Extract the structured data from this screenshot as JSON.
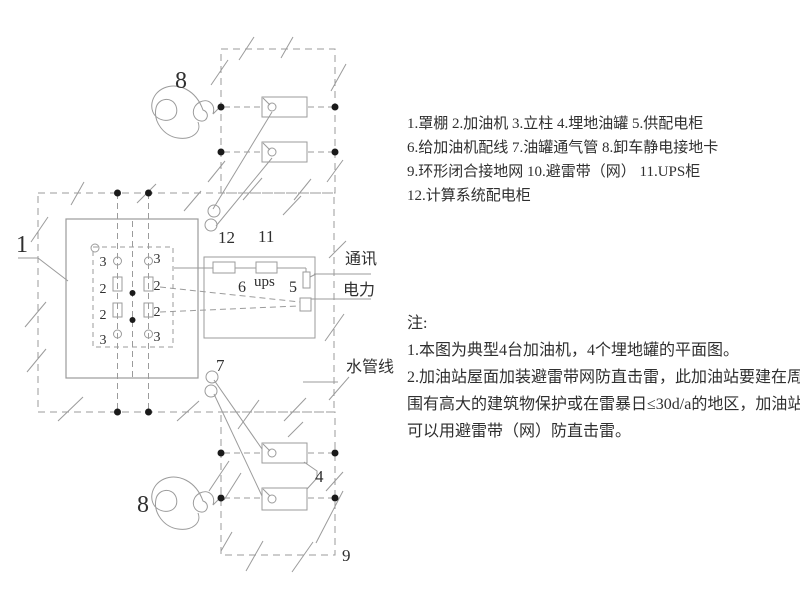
{
  "legend": {
    "lines": [
      "1.罩棚 2.加油机 3.立柱 4.埋地油罐 5.供配电柜",
      "6.给加油机配线 7.油罐通气管 8.卸车静电接地卡",
      "9.环形闭合接地网 10.避雷带（网） 11.UPS柜",
      "12.计算系统配电柜"
    ]
  },
  "notes": {
    "heading": "注:",
    "lines": [
      "1.本图为典型4台加油机，4个埋地罐的平面图。",
      "2.加油站屋面加装避雷带网防直击雷，此加油站要建在周",
      "围有高大的建筑物保护或在雷暴日≤30d/a的地区，加油站",
      "可以用避雷带（网）防直击雷。"
    ]
  },
  "diagram": {
    "labels": {
      "canopy_no": "1",
      "dispenser_no": "2",
      "column_no": "3",
      "tank_no": "4",
      "power_cabinet_no": "5",
      "wiring_no": "6",
      "vent_no": "7",
      "static_card_no": "8",
      "ground_ring_no": "9",
      "ups_cabinet_no": "11",
      "computer_cabinet_no": "12",
      "ups_text": "ups",
      "comm": "通讯",
      "power": "电力",
      "water": "水管线"
    },
    "colors": {
      "line": "#9b9b9b",
      "text": "#2f2f2f",
      "dot": "#1a1a1a",
      "background": "#ffffff"
    }
  }
}
